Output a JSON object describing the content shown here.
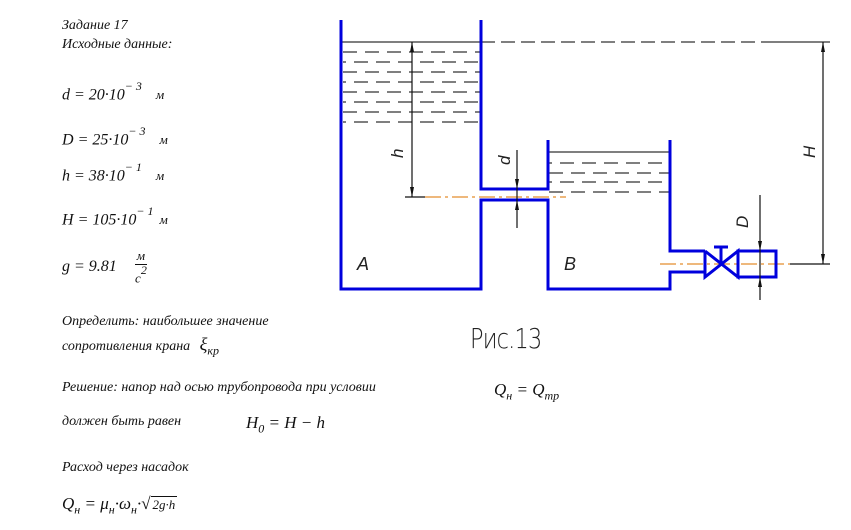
{
  "task": {
    "title": "Задание 17",
    "given_label": "Исходные данные:"
  },
  "given": [
    {
      "symbol": "d",
      "mantissa": "20·10",
      "exponent": "− 3",
      "unit": "м"
    },
    {
      "symbol": "D",
      "mantissa": "25·10",
      "exponent": "− 3",
      "unit": "м"
    },
    {
      "symbol": "h",
      "mantissa": "38·10",
      "exponent": "− 1",
      "unit": "м"
    },
    {
      "symbol": "H",
      "mantissa": "105·10",
      "exponent": "− 1",
      "unit": "м"
    },
    {
      "symbol": "g",
      "mantissa": "9.81",
      "unit_num": "м",
      "unit_den": "c",
      "unit_den_exp": "2"
    }
  ],
  "determine": {
    "line1": "Определить: наибольшее значение",
    "line2": "сопротивления крана",
    "symbol": "ξ",
    "symbol_sub": "кр"
  },
  "solution": {
    "line1": "Решение: напор над осью трубопровода при условии",
    "cond_lhs": "Q",
    "cond_lhs_sub": "н",
    "cond_eq": " = ",
    "cond_rhs": "Q",
    "cond_rhs_sub": "тр",
    "line2": "должен быть равен",
    "h0": "H",
    "h0_sub": "0",
    "h0_rhs": " = H − h",
    "line3": "Расход через насадок",
    "q_lhs": "Q",
    "q_lhs_sub": "н",
    "q_eq": " = ",
    "mu": "μ",
    "mu_sub": "н",
    "dot": "·",
    "omega": "ω",
    "omega_sub": "н",
    "sqrt_arg": "2g·h"
  },
  "figure": {
    "caption": "Рис.13",
    "labels": {
      "tank_a": "A",
      "tank_b": "B",
      "dim_h": "h",
      "dim_d": "d",
      "dim_H": "H",
      "dim_D": "D"
    },
    "colors": {
      "wall": "#0000dd",
      "axis": "#e8a050",
      "dim": "#111111",
      "water": "#555555"
    }
  }
}
